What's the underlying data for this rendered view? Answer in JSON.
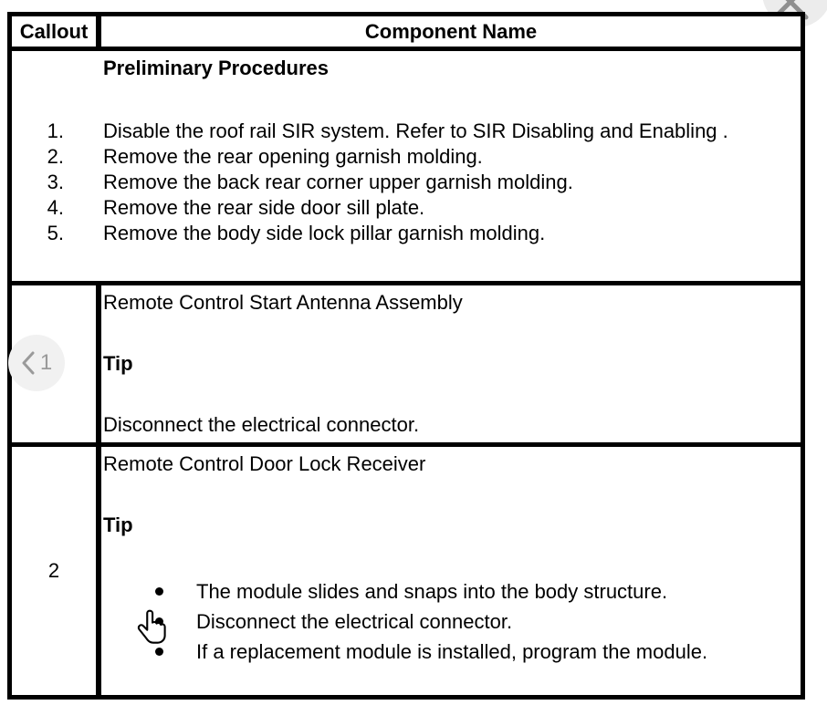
{
  "window": {
    "close_icon_glyph": "✕"
  },
  "table": {
    "header": {
      "callout": "Callout",
      "component": "Component Name"
    },
    "preliminary": {
      "title": "Preliminary Procedures",
      "steps": [
        {
          "num": "1.",
          "text": "Disable the roof rail SIR system. Refer to SIR Disabling and Enabling ."
        },
        {
          "num": "2.",
          "text": "Remove the rear opening garnish molding."
        },
        {
          "num": "3.",
          "text": "Remove the back rear corner upper garnish molding."
        },
        {
          "num": "4.",
          "text": "Remove the rear side door sill plate."
        },
        {
          "num": "5.",
          "text": "Remove the body side lock pillar garnish molding."
        }
      ]
    },
    "rows": [
      {
        "callout": "1",
        "title": "Remote Control Start Antenna Assembly",
        "tip_label": "Tip",
        "note": "Disconnect the electrical connector."
      },
      {
        "callout": "2",
        "title": "Remote Control Door Lock Receiver",
        "tip_label": "Tip",
        "bullets": [
          "The module slides and snaps into the body structure.",
          "Disconnect the electrical connector.",
          "If a replacement module is installed, program the module."
        ]
      }
    ]
  }
}
